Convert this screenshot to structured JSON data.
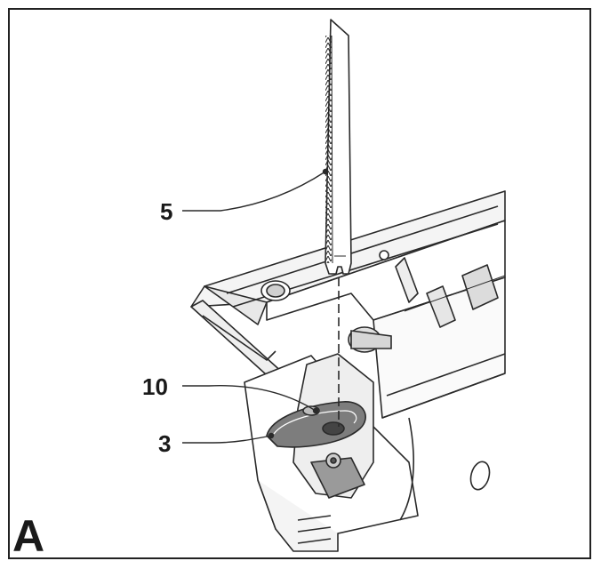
{
  "figure": {
    "letter": "A"
  },
  "callouts": [
    {
      "id": "blade",
      "label": "5"
    },
    {
      "id": "lever-top",
      "label": "10"
    },
    {
      "id": "lever-bottom",
      "label": "3"
    }
  ],
  "colors": {
    "line": "#2a2a2a",
    "fill_light": "#f2f2f2",
    "fill_mid": "#d9d9d9",
    "fill_dark": "#8a8a8a",
    "frame": "#222222"
  }
}
